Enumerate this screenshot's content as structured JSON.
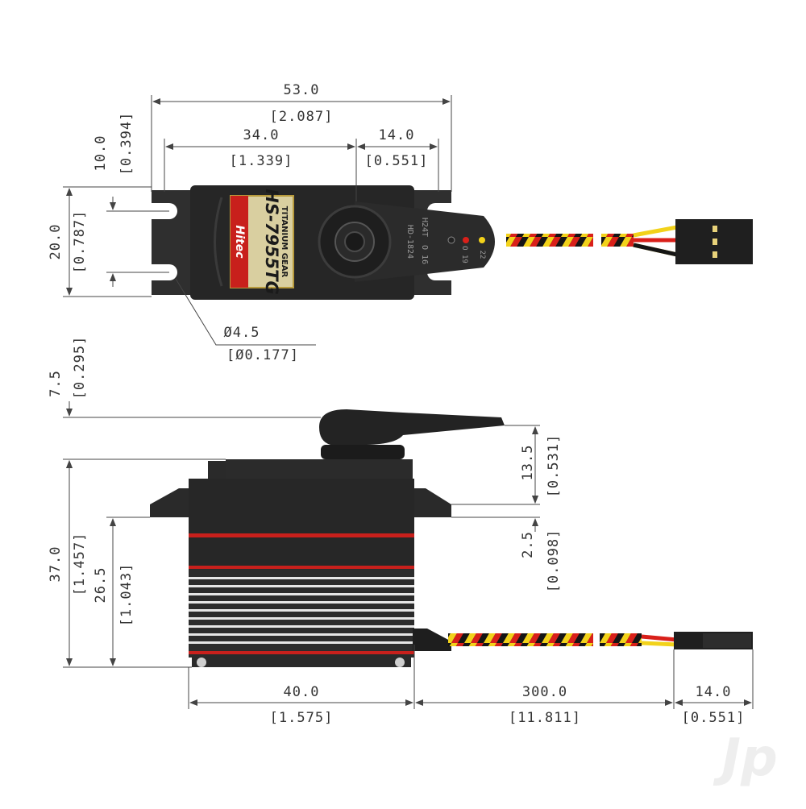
{
  "drawing": {
    "top_view": {
      "overall_width_mm": "53.0",
      "overall_width_in": "[2.087]",
      "body_length_mm": "34.0",
      "body_length_in": "[1.339]",
      "shaft_offset_mm": "14.0",
      "shaft_offset_in": "[0.551]",
      "ear_length_mm": "10.0",
      "ear_length_in": "[0.394]",
      "hole_spacing_mm": "20.0",
      "hole_spacing_in": "[0.787]",
      "hole_diameter_mm": "Ø4.5",
      "hole_diameter_in": "[Ø0.177]"
    },
    "side_view": {
      "horn_height_mm": "7.5",
      "horn_height_in": "[0.295]",
      "top_to_flange_mm": "13.5",
      "top_to_flange_in": "[0.531]",
      "flange_thickness_mm": "2.5",
      "flange_thickness_in": "[0.098]",
      "total_height_mm": "37.0",
      "total_height_in": "[1.457]",
      "flange_height_mm": "26.5",
      "flange_height_in": "[1.043]",
      "case_length_mm": "40.0",
      "case_length_in": "[1.575]",
      "lead_length_mm": "300.0",
      "lead_length_in": "[11.811]",
      "connector_length_mm": "14.0",
      "connector_length_in": "[0.551]"
    },
    "servo_label": {
      "brand": "Hitec",
      "model": "HS-7955TG",
      "subtitle": "TITANIUM GEAR",
      "horn_text_1": "HD-1824",
      "horn_text_2": "H24T",
      "horn_text_3": "O 16",
      "horn_text_4": "O 19",
      "horn_text_5": "22"
    },
    "watermark": "Jp"
  },
  "colors": {
    "case": "#2e2e2e",
    "case_dark": "#1c1c1c",
    "stripe_red": "#c8201c",
    "wire_yellow": "#f2d21a",
    "wire_red": "#d9201a",
    "wire_black": "#151515",
    "label_bg": "#d9cfa0",
    "dim_line": "#444444"
  }
}
